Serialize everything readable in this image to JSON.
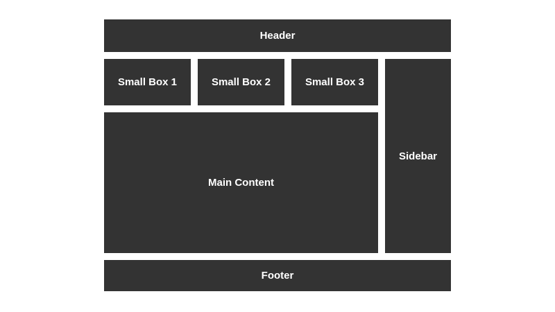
{
  "layout": {
    "header": {
      "label": "Header"
    },
    "small_boxes": [
      {
        "label": "Small Box 1"
      },
      {
        "label": "Small Box 2"
      },
      {
        "label": "Small Box 3"
      }
    ],
    "main": {
      "label": "Main Content"
    },
    "sidebar": {
      "label": "Sidebar"
    },
    "footer": {
      "label": "Footer"
    },
    "colors": {
      "box_background": "#333333",
      "box_text": "#ffffff",
      "page_background": "#ffffff"
    }
  }
}
